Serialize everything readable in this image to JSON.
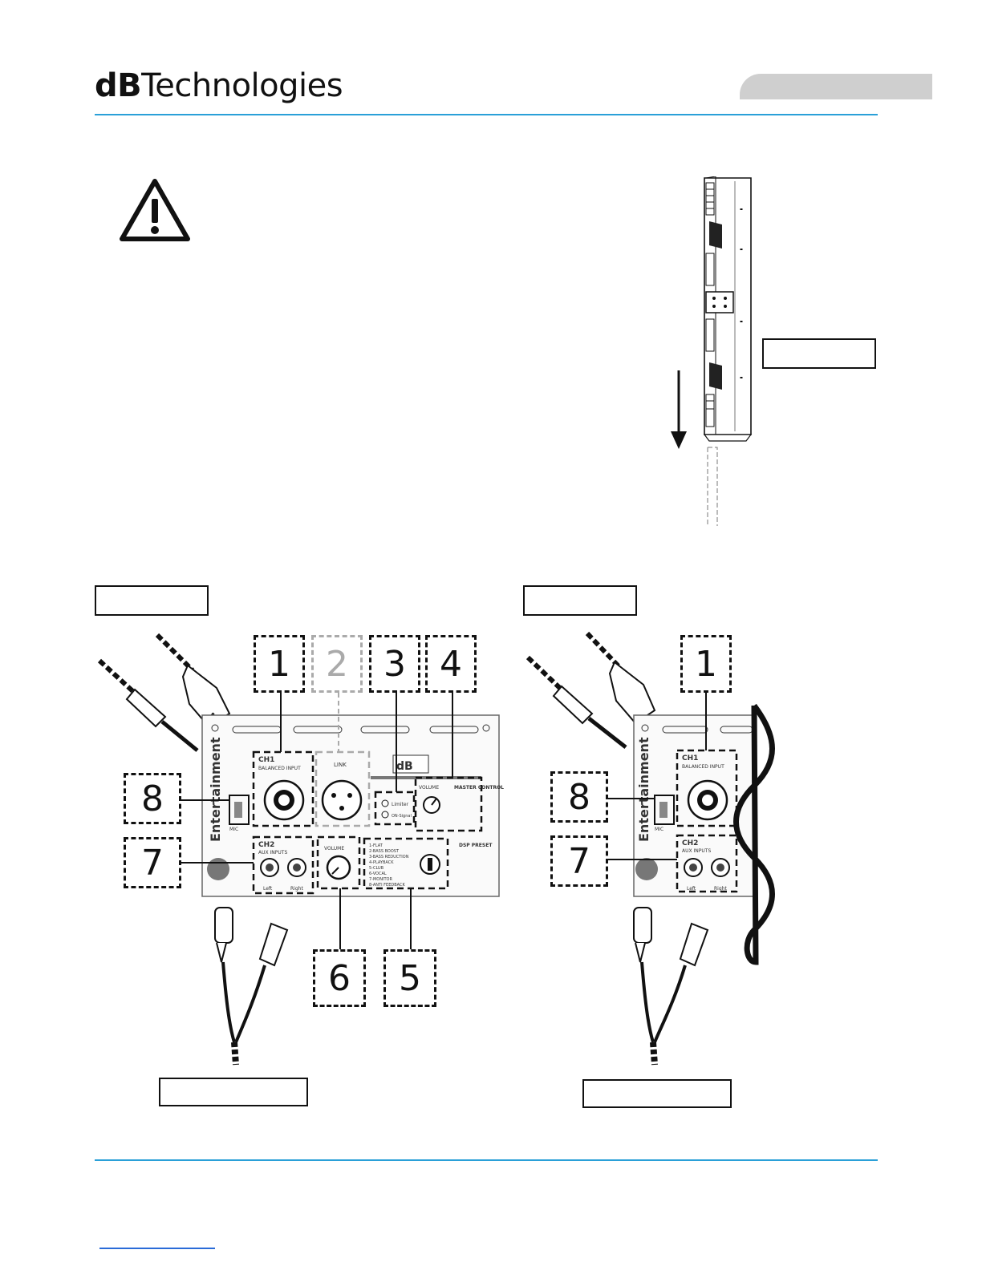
{
  "header": {
    "brand_bold": "dB",
    "brand_rest": "Technologies"
  },
  "colors": {
    "rule": "#2aa0d8",
    "tab": "#cfcfcf",
    "ink": "#111111"
  },
  "icons": [
    "warning-triangle-icon",
    "down-arrow-icon",
    "speaker-column",
    "cable-plugs"
  ],
  "panel_a": {
    "callouts": [
      "1",
      "2",
      "3",
      "4",
      "5",
      "6",
      "7",
      "8"
    ],
    "brand_word": "Entertainment",
    "ch1_title": "CH1",
    "ch1_sub": "BALANCED INPUT",
    "link_label": "LINK",
    "limiter_label": "Limiter",
    "signal_label": "ON-Signal",
    "volume_label": "VOLUME",
    "master_label": "MASTER CONTROL",
    "ch2_title": "CH2",
    "ch2_sub": "AUX INPUTS",
    "aux_volume_label": "VOLUME",
    "left_label": "Left",
    "right_label": "Right",
    "dsp_label": "DSP PRESET",
    "presets": [
      "1-FLAT",
      "2-BASS BOOST",
      "3-BASS REDUCTION",
      "4-PLAYBACK",
      "5-CLUB",
      "6-VOCAL",
      "7-MONITOR",
      "8-ANTI FEEDBACK"
    ],
    "mic_label": "MIC"
  },
  "panel_b": {
    "callouts": [
      "1",
      "8",
      "7"
    ],
    "ch1_title": "CH1",
    "ch1_sub": "BALANCED INPUT",
    "ch2_title": "CH2",
    "ch2_sub": "AUX INPUTS",
    "left_label": "Left",
    "right_label": "Right",
    "mic_label": "MIC"
  }
}
